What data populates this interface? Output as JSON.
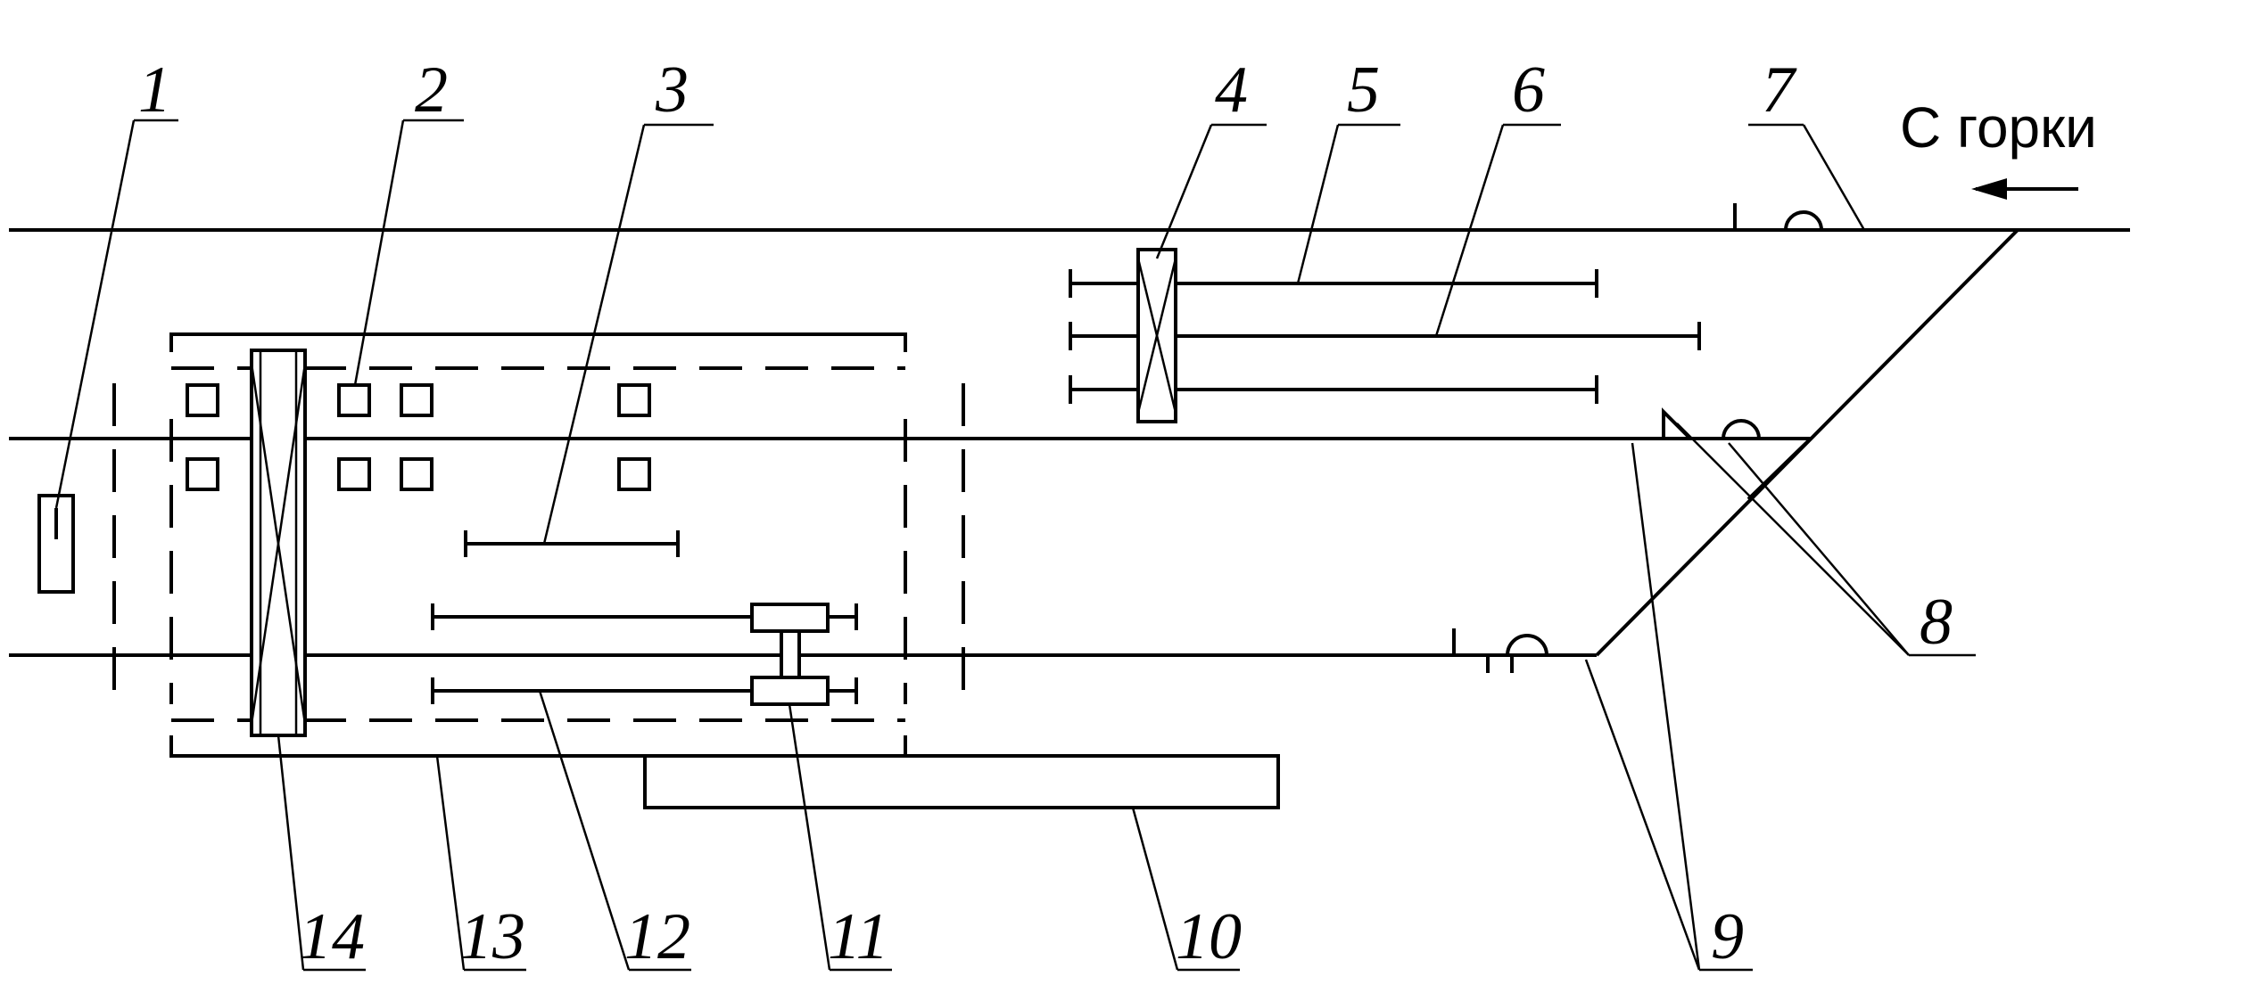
{
  "direction_label": "С горки",
  "callouts": [
    "1",
    "2",
    "3",
    "4",
    "5",
    "6",
    "7",
    "8",
    "9",
    "10",
    "11",
    "12",
    "13",
    "14"
  ],
  "colors": {
    "ink": "#000000",
    "background": "#ffffff"
  }
}
